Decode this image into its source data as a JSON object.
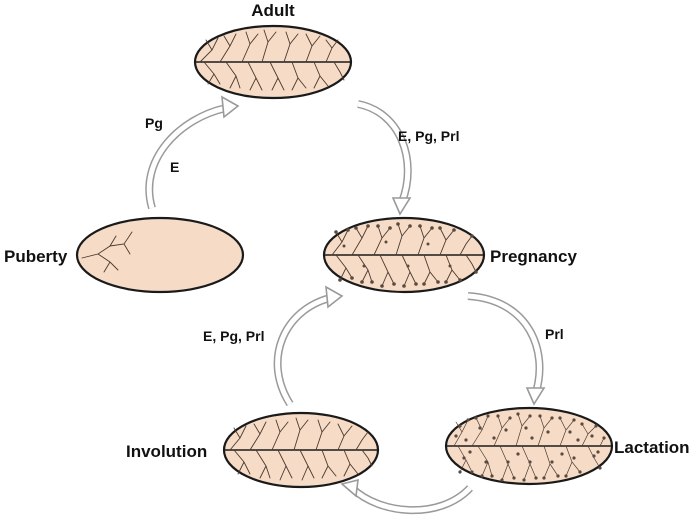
{
  "stages": {
    "adult": "Adult",
    "puberty": "Puberty",
    "pregnancy": "Pregnancy",
    "involution": "Involution",
    "lactation": "Lactation"
  },
  "hormones": {
    "puberty_pg": "Pg",
    "puberty_e": "E",
    "adult_to_pregnancy": "E, Pg, Prl",
    "pregnancy_to_lactation": "Prl",
    "involution_to_pregnancy": "E, Pg, Prl"
  },
  "colors": {
    "gland_fill": "#f6dcc6",
    "gland_stroke": "#1a1a1a",
    "duct": "#4a3a30",
    "arrow": "#9a9a9a"
  }
}
